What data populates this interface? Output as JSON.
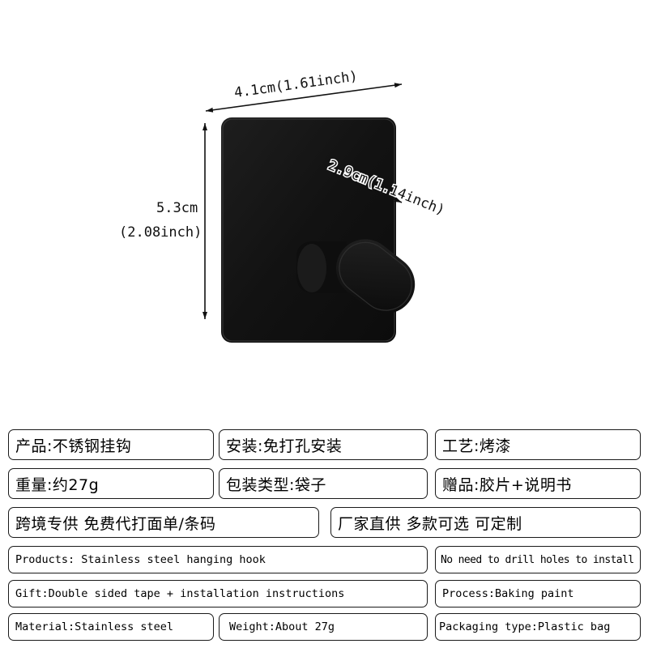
{
  "dimensions": {
    "width": "4.1cm(1.61inch)",
    "height_cm": "5.3cm",
    "height_inch": "(2.08inch)",
    "depth": "2.9cm(1.14inch)"
  },
  "specs_cn": {
    "product": "产品:不锈钢挂钩",
    "install": "安装:免打孔安装",
    "craft": "工艺:烤漆",
    "weight": "重量:约27g",
    "packaging": "包装类型:袋子",
    "gift": "赠品:胶片+说明书",
    "crossborder": "跨境专供 免费代打面单/条码",
    "factory": "厂家直供 多款可选 可定制"
  },
  "specs_en": {
    "products": "Products: Stainless steel hanging hook",
    "no_drill": "No need to drill holes to install",
    "gift": "Gift:Double sided tape + installation instructions",
    "process": "Process:Baking paint",
    "material": "Material:Stainless steel",
    "weight": "Weight:About 27g",
    "packaging": "Packaging type:Plastic bag"
  },
  "colors": {
    "hook": "#141414",
    "border": "#1a1a1a",
    "background": "#ffffff"
  }
}
